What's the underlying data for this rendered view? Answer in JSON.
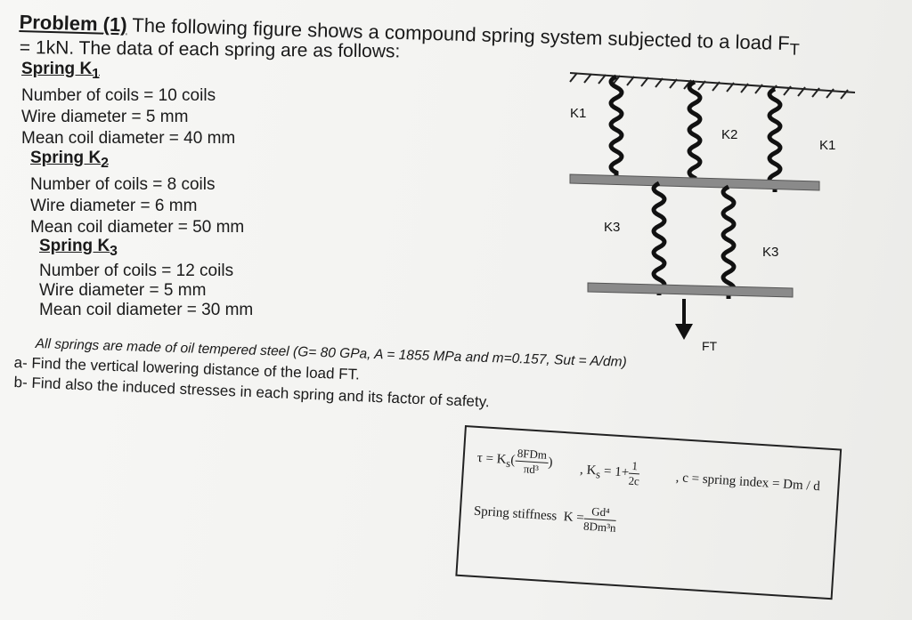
{
  "problem": {
    "heading": "Problem (1)",
    "intro_rest": " The following figure shows a compound spring system subjected to a load F",
    "intro_sub": "T",
    "intro_line2": "= 1kN. The data of each spring are as follows:"
  },
  "springs": [
    {
      "heading": "Spring K",
      "sub": "1",
      "coils": "Number of coils = 10 coils",
      "wire": "Wire diameter = 5 mm",
      "mean": "Mean coil diameter = 40 mm"
    },
    {
      "heading": "Spring K",
      "sub": "2",
      "coils": "Number of coils = 8 coils",
      "wire": "Wire diameter = 6 mm",
      "mean": "Mean coil diameter = 50 mm"
    },
    {
      "heading": "Spring K",
      "sub": "3",
      "coils": "Number of coils = 12 coils",
      "wire": "Wire diameter = 5 mm",
      "mean": "Mean coil diameter = 30 mm"
    }
  ],
  "note": "All springs are made of oil tempered steel (G= 80 GPa, A = 1855 MPa and m=0.157, Sut = A/dm)",
  "questions": {
    "a": "a-  Find the vertical lowering distance of the load FT.",
    "b": "b-  Find also the induced stresses in each spring and its factor of safety."
  },
  "diagram": {
    "labels": {
      "k1_left": "K1",
      "k2": "K2",
      "k1_right": "K1",
      "k3_left": "K3",
      "k3_right": "K3",
      "force": "FT"
    }
  },
  "formulas": {
    "tau_lhs": "τ = K",
    "tau_sub": "s",
    "tau_num": "8FDm",
    "tau_den": "πd³",
    "ks_lhs": "K",
    "ks_sub": "s",
    "ks_rhs": "= 1+",
    "ks_num": "1",
    "ks_den": "2c",
    "c_def": "c = spring index = Dm / d",
    "stiff_label": "Spring stiffness",
    "k_lhs": "K =",
    "k_num": "Gd⁴",
    "k_den": "8Dm³n"
  }
}
